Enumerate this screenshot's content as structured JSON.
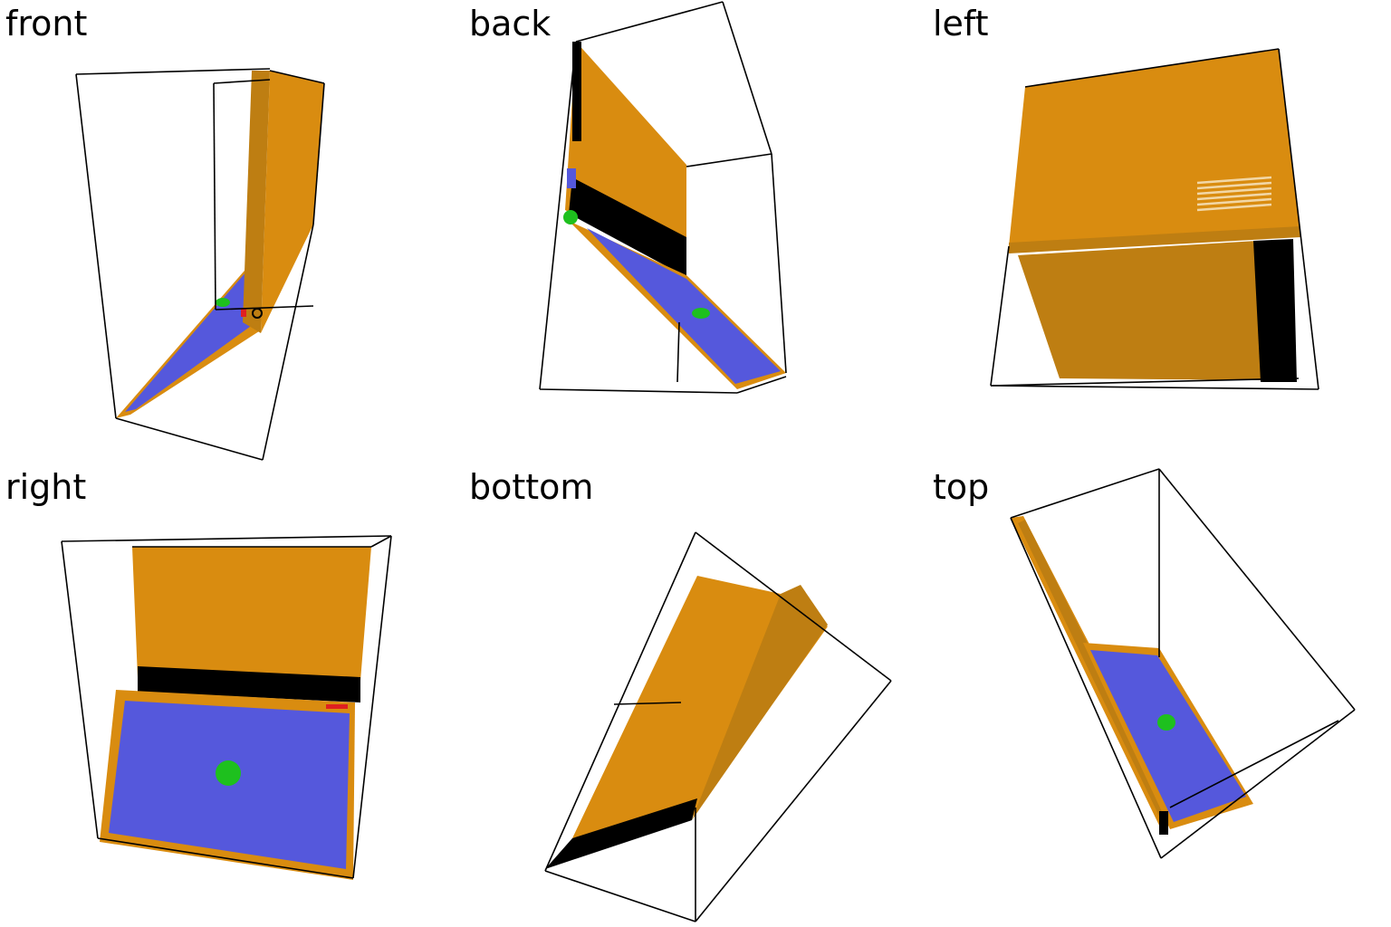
{
  "colors": {
    "chassis": "#d98c10",
    "chassis_shade": "#be7e12",
    "screen": "#5558dc",
    "sphere": "#1ec01e",
    "port_black": "#000000",
    "outline": "#000000",
    "accent_red": "#e02020",
    "vent": "#f2d7a6"
  },
  "views": [
    {
      "id": "front",
      "label": "front"
    },
    {
      "id": "back",
      "label": "back"
    },
    {
      "id": "left",
      "label": "left"
    },
    {
      "id": "right",
      "label": "right"
    },
    {
      "id": "bottom",
      "label": "bottom"
    },
    {
      "id": "top",
      "label": "top"
    }
  ]
}
